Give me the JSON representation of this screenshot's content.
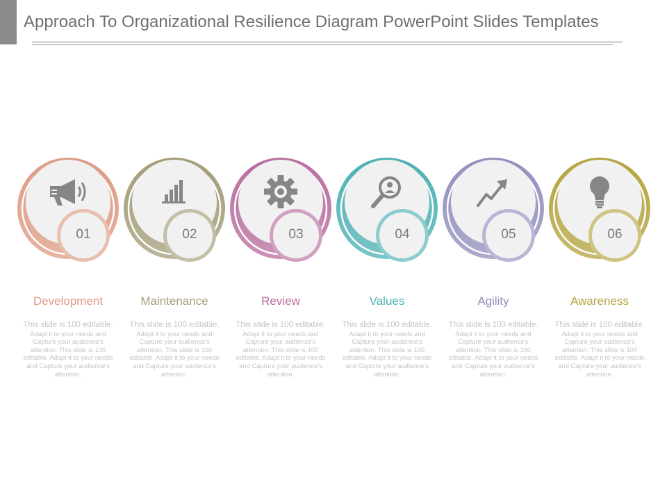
{
  "header": {
    "title": "Approach To Organizational Resilience Diagram PowerPoint Slides Templates"
  },
  "steps": [
    {
      "number": "01",
      "label": "Development",
      "icon": "megaphone-icon",
      "color": "#dd9b84",
      "lead": "This slide is 100 editable.",
      "body": "Adapt it to your needs and Capture your audience's attention. This slide is 100 editable. Adapt it to your needs and Capture your audience's attention."
    },
    {
      "number": "02",
      "label": "Maintenance",
      "icon": "bar-chart-icon",
      "color": "#a39c78",
      "lead": "This slide is 100 editable.",
      "body": "Adapt it to your needs and Capture your audience's attention. This slide is 100 editable. Adapt it to your needs and Capture your audience's attention."
    },
    {
      "number": "03",
      "label": "Review",
      "icon": "gear-icon",
      "color": "#b86d9e",
      "lead": "This slide is 100 editable.",
      "body": "Adapt it to your needs and Capture your audience's attention. This slide is 100 editable. Adapt it to your needs and Capture your audience's attention."
    },
    {
      "number": "04",
      "label": "Values",
      "icon": "user-search-icon",
      "color": "#4db0b3",
      "lead": "This slide is 100 editable.",
      "body": "Adapt it to your needs and Capture your audience's attention. This slide is 100 editable. Adapt it to your needs and Capture your audience's attention."
    },
    {
      "number": "05",
      "label": "Agility",
      "icon": "growth-arrow-icon",
      "color": "#928fbd",
      "lead": "This slide is 100 editable.",
      "body": "Adapt it to your needs and Capture your audience's attention. This slide is 100 editable. Adapt it to your needs and Capture your audience's attention."
    },
    {
      "number": "06",
      "label": "Awareness",
      "icon": "lightbulb-icon",
      "color": "#b3a43f",
      "lead": "This slide is 100 editable.",
      "body": "Adapt it to your needs and Capture your audience's attention. This slide is 100 editable. Adapt it to your needs and Capture your audience's attention."
    }
  ],
  "colors": {
    "title_text": "#6f6f6f",
    "panel_fill": "#f1f1f1",
    "icon_gray": "#868686",
    "description_text": "#c4c4c4"
  }
}
